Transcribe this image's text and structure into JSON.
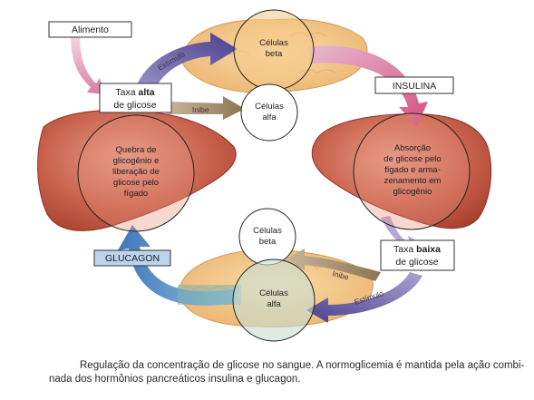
{
  "labels": {
    "food": "Alimento",
    "high_glucose_prefix": "Taxa ",
    "high_glucose_bold": "alta",
    "high_glucose_line2": "de glicose",
    "low_glucose_prefix": "Taxa ",
    "low_glucose_bold": "baixa",
    "low_glucose_line2": "de glicose",
    "insulin": "INSULINA",
    "glucagon": "GLUCAGON",
    "stimulus_top": "Estímulo",
    "inhibit_top": "Inibe",
    "stimulus_bottom": "Estímulo",
    "inhibit_bottom": "Inibe"
  },
  "circles": {
    "beta_top": [
      "Células",
      "beta"
    ],
    "alpha_top": [
      "Células",
      "alfa"
    ],
    "liver_left": [
      "Quebra de",
      "glicogênio e",
      "liberação de",
      "glicose pelo",
      "fígado"
    ],
    "liver_right": [
      "Absorção",
      "de glicose pelo",
      "fígado e arma-",
      "zenamento em",
      "glicogênio"
    ],
    "beta_bottom": [
      "Células",
      "beta"
    ],
    "alpha_bottom": [
      "Células",
      "alfa"
    ]
  },
  "caption": {
    "line1": "Regulação da concentração de glicose no sangue. A normoglicemia é mantida pela ação combi-",
    "line2": "nada dos hormônios pancreáticos insulina e glucagon."
  },
  "colors": {
    "pancreas": "#f3c98a",
    "liver": "#c8654e",
    "stimulus_arrow": "#5a4f9a",
    "insulin_arrow": "#d86a94",
    "glucagon_arrow": "#5a8ec8",
    "inhibit_arrow": "#9a8466",
    "glucagon_box": "#bcd3ec"
  }
}
